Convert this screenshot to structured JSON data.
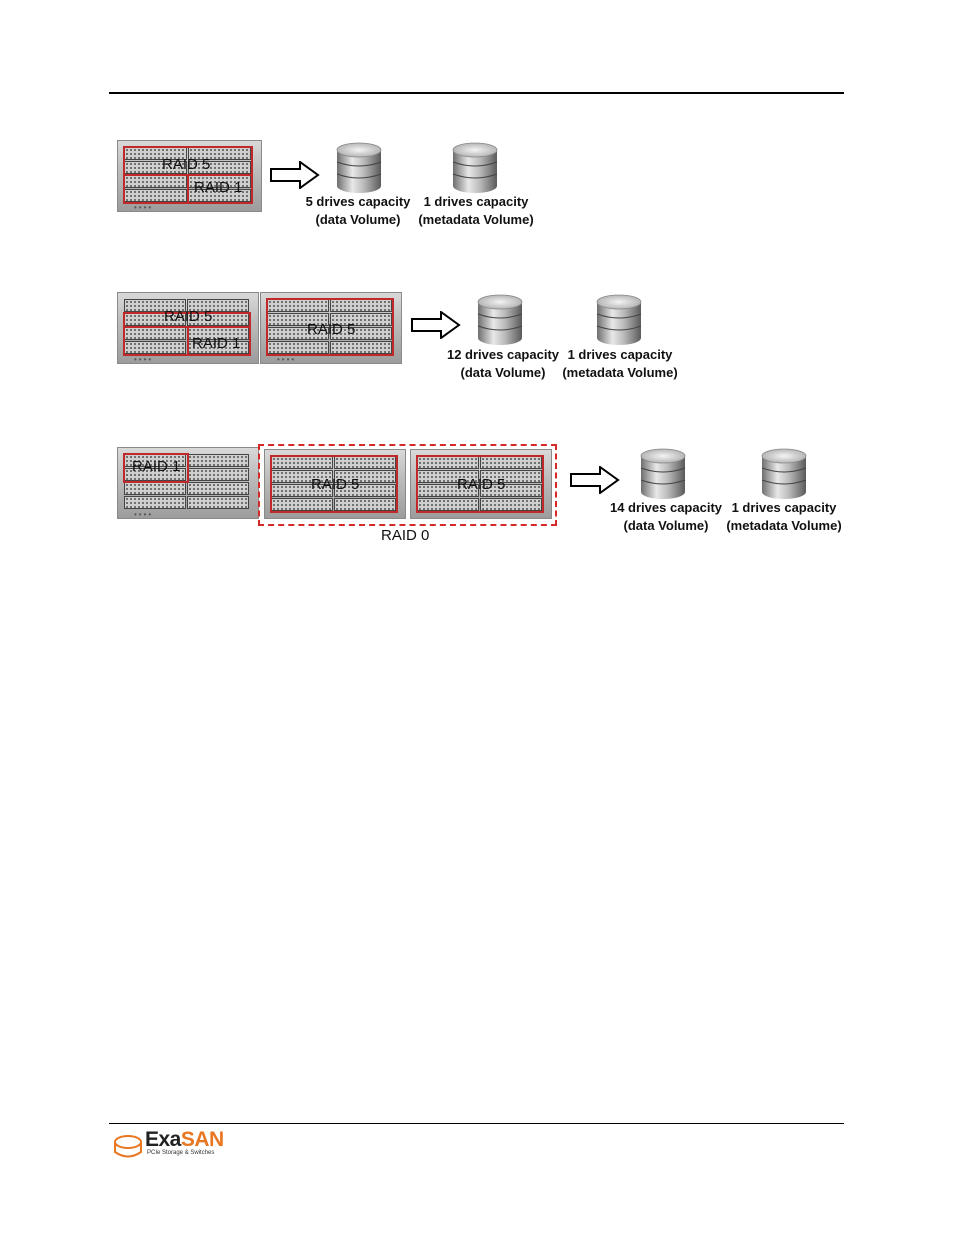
{
  "row1": {
    "labels": {
      "raid5": "RAID 5",
      "raid1": "RAID 1"
    },
    "data_volume": {
      "line1": "5 drives capacity",
      "line2": "(data Volume)"
    },
    "meta_volume": {
      "line1": "1 drives capacity",
      "line2": "(metadata Volume)"
    }
  },
  "row2": {
    "labels": {
      "raid5_a": "RAID 5",
      "raid1": "RAID 1",
      "raid5_b": "RAID 5"
    },
    "data_volume": {
      "line1": "12 drives capacity",
      "line2": "(data Volume)"
    },
    "meta_volume": {
      "line1": "1 drives capacity",
      "line2": "(metadata Volume)"
    }
  },
  "row3": {
    "labels": {
      "raid1": "RAID 1",
      "raid5_a": "RAID 5",
      "raid5_b": "RAID 5",
      "raid0": "RAID 0"
    },
    "data_volume": {
      "line1": "14 drives capacity",
      "line2": "(data Volume)"
    },
    "meta_volume": {
      "line1": "1 drives capacity",
      "line2": "(metadata Volume)"
    }
  },
  "footer": {
    "logo_text_a": "Exa",
    "logo_text_b": "SAN",
    "tagline": "PCIe Storage & Switches"
  },
  "colors": {
    "raid_red": "#c0282a",
    "logo_orange": "#e87722"
  }
}
